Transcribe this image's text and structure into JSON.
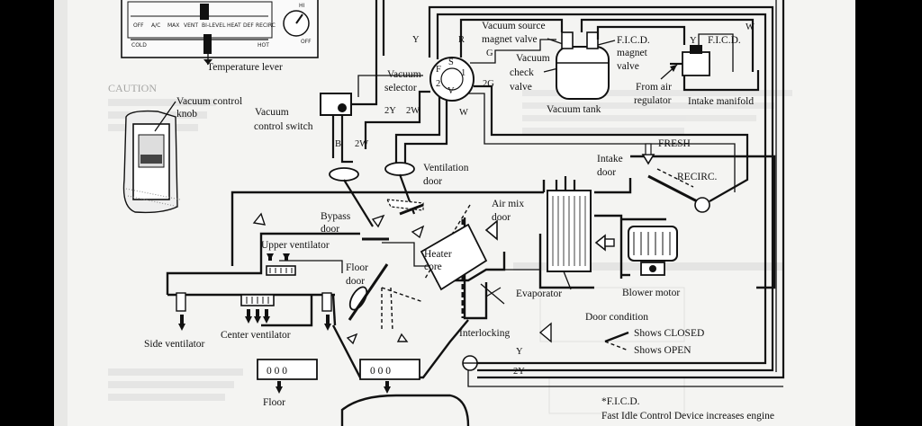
{
  "labels": {
    "temperature_lever": "Temperature lever",
    "vacuum_source_magnet_valve_1": "Vacuum source",
    "vacuum_source_magnet_valve_2": "magnet valve",
    "ficd_magnet_valve_1": "F.I.C.D.",
    "ficd_magnet_valve_2": "magnet",
    "ficd_magnet_valve_3": "valve",
    "ficd_right": "F.I.C.D.",
    "vacuum_check_valve_1": "Vacuum",
    "vacuum_check_valve_2": "check",
    "vacuum_check_valve_3": "valve",
    "vacuum_selector_1": "Vacuum",
    "vacuum_selector_2": "selector",
    "vacuum_tank": "Vacuum tank",
    "from_air_regulator_1": "From air",
    "from_air_regulator_2": "regulator",
    "intake_manifold": "Intake manifold",
    "vacuum_control_knob_1": "Vacuum control",
    "vacuum_control_knob_2": "knob",
    "vacuum_control_switch_1": "Vacuum",
    "vacuum_control_switch_2": "control switch",
    "ventilation_door_1": "Ventilation",
    "ventilation_door_2": "door",
    "fresh": "FRESH",
    "recirc": "RECIRC.",
    "intake_door_1": "Intake",
    "intake_door_2": "door",
    "air_mix_door_1": "Air mix",
    "air_mix_door_2": "door",
    "bypass_door_1": "Bypass",
    "bypass_door_2": "door",
    "upper_ventilator": "Upper ventilator",
    "heater_core_1": "Heater",
    "heater_core_2": "core",
    "floor_door_1": "Floor",
    "floor_door_2": "door",
    "evaporator": "Evaporator",
    "blower_motor": "Blower motor",
    "door_condition": "Door condition",
    "shows_closed": "Shows CLOSED",
    "shows_open": "Shows OPEN",
    "side_ventilator": "Side ventilator",
    "center_ventilator": "Center ventilator",
    "interlocking": "Interlocking",
    "floor": "Floor",
    "footnote_1": "*F.I.C.D.",
    "footnote_2": "Fast Idle Control Device increases engine"
  },
  "wire_codes": {
    "y_top": "Y",
    "r_top": "R",
    "g": "G",
    "w_far_right": "W",
    "y_ficd": "Y",
    "two_g": "2G",
    "two_y": "2Y",
    "two_w": "2W",
    "w_mid": "W",
    "b": "B",
    "two_w_switch": "2W",
    "y_bottom": "Y",
    "two_y_bottom": "2Y",
    "selector_s": "S",
    "selector_1": "1",
    "selector_2": "2",
    "selector_v": "V",
    "selector_f": "F"
  },
  "control_panel": {
    "cold": "COLD",
    "hot": "HOT",
    "off": "OFF",
    "hi": "HI",
    "modes": [
      "OFF",
      "A/C",
      "MAX",
      "VENT",
      "BI-LEVEL",
      "HEAT",
      "DEF",
      "RECIRC"
    ]
  },
  "floor_outlet_dots": "0 0 0",
  "floor_outlet_dots_right": "0 0 0",
  "caution_text": "CAUTION"
}
